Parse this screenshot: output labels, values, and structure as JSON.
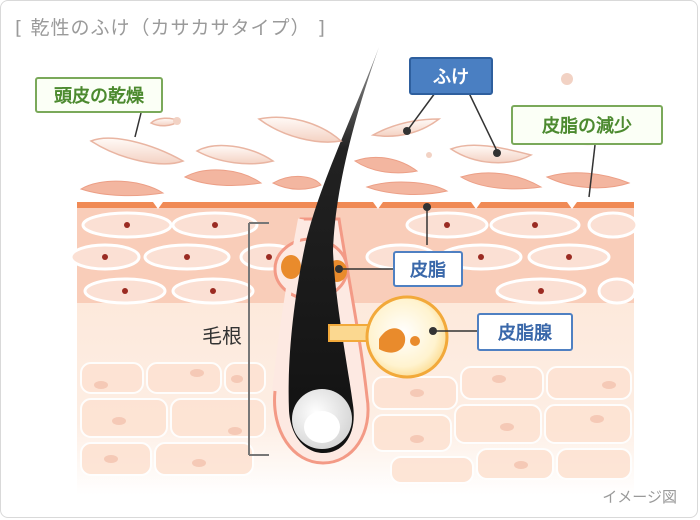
{
  "title": "[ 乾性のふけ（カサカサタイプ） ]",
  "labels": {
    "dry_scalp": "頭皮の乾燥",
    "dandruff": "ふけ",
    "sebum_decrease": "皮脂の減少",
    "sebum": "皮脂",
    "sebaceous_gland": "皮脂腺",
    "hair_root": "毛根"
  },
  "caption": "イメージ図",
  "colors": {
    "flake": "#f6d9cc",
    "flake_edge": "#eab39f",
    "skin_layer": "#f7c7b4",
    "cell_outline": "#ffffff",
    "cell_nucleus": "#a0332b",
    "dermis": "#fde9dc",
    "hair": "#111111",
    "sebum": "#e88b2a",
    "gland": "#fbe3a5",
    "green_accent": "#7aa95a",
    "blue_accent": "#4f80c2"
  }
}
